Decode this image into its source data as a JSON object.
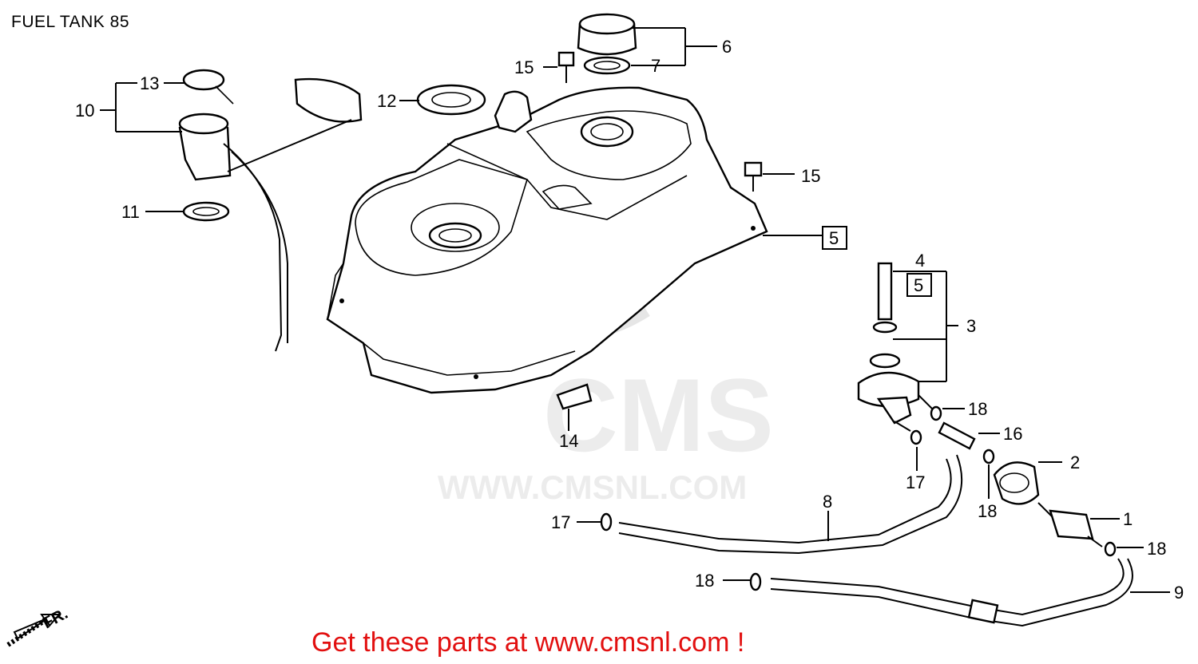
{
  "title": "FUEL TANK 85",
  "footer": "Get these parts at www.cmsnl.com !",
  "watermark": {
    "brand": "CMS",
    "url": "WWW.CMSNL.COM"
  },
  "direction_marker": "FR.",
  "colors": {
    "footer_text": "#e21010",
    "watermark": "#e6e6e6",
    "line_art": "#000000"
  },
  "callouts": {
    "c1": "1",
    "c2": "2",
    "c3": "3",
    "c4": "4",
    "c5a": "5",
    "c5b": "5",
    "c6": "6",
    "c7": "7",
    "c8": "8",
    "c9": "9",
    "c10": "10",
    "c11": "11",
    "c12": "12",
    "c13": "13",
    "c14": "14",
    "c15a": "15",
    "c15b": "15",
    "c16": "16",
    "c17a": "17",
    "c17b": "17",
    "c18a": "18",
    "c18b": "18",
    "c18c": "18",
    "c18d": "18"
  }
}
